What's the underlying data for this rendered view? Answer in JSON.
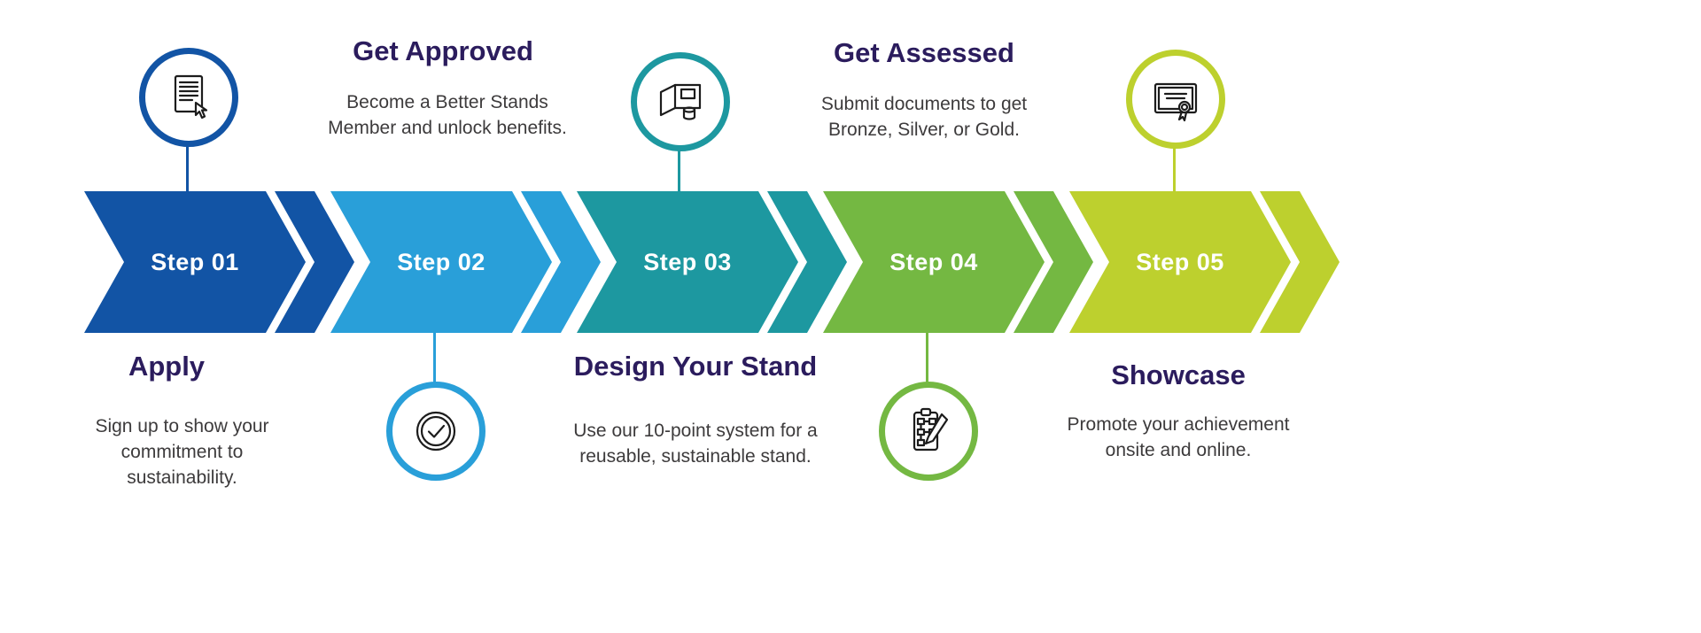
{
  "infographic": {
    "background": "#ffffff",
    "title_color": "#2b1c5d",
    "body_color": "#3d3b3c",
    "step_label_color": "#ffffff",
    "icon_stroke_color": "#1c1c1c",
    "steps": [
      {
        "label": "Step 01",
        "title": "Apply",
        "description": "Sign up to show your commitment to sustainability.",
        "color": "#1254a5",
        "icon": "apply-document-icon",
        "icon_placement": "above",
        "text_placement": "below"
      },
      {
        "label": "Step 02",
        "title": "Get Approved",
        "description": "Become a Better Stands Member and unlock benefits.",
        "color": "#299fd9",
        "icon": "approved-checkmark-icon",
        "icon_placement": "below",
        "text_placement": "above"
      },
      {
        "label": "Step 03",
        "title": "Design Your Stand",
        "description": "Use our 10-point system for a reusable, sustainable stand.",
        "color": "#1d98a0",
        "icon": "exhibition-stand-icon",
        "icon_placement": "above",
        "text_placement": "below"
      },
      {
        "label": "Step 04",
        "title": "Get Assessed",
        "description": "Submit documents to get Bronze, Silver, or Gold.",
        "color": "#74b842",
        "icon": "assessment-clipboard-icon",
        "icon_placement": "below",
        "text_placement": "above"
      },
      {
        "label": "Step 05",
        "title": "Showcase",
        "description": "Promote your achievement onsite and online.",
        "color": "#bdd02e",
        "icon": "certificate-icon",
        "icon_placement": "above",
        "text_placement": "below"
      }
    ]
  }
}
